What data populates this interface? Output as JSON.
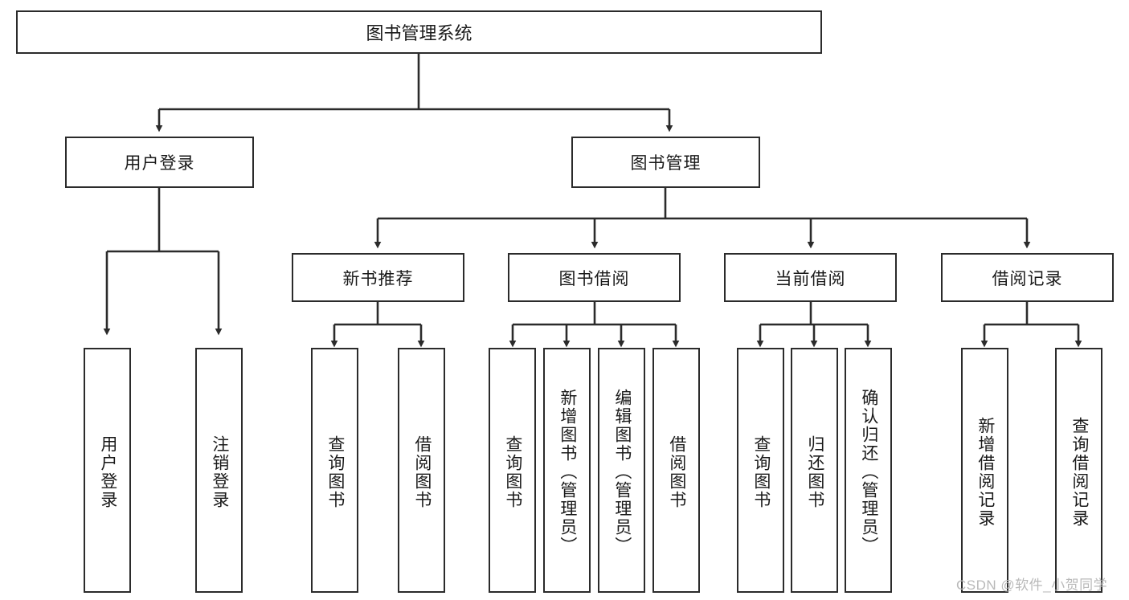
{
  "diagram": {
    "title": "图书管理系统",
    "type": "tree-hierarchy-diagram",
    "watermark": "CSDN @软件_小贺同学",
    "colors": {
      "box_border": "#2b2b2b",
      "box_fill": "#ffffff",
      "connector": "#2b2b2b",
      "text": "#1a1a1a",
      "watermark": "#b9b9b9"
    },
    "levels": [
      {
        "level": 1,
        "nodes": [
          "图书管理系统"
        ]
      },
      {
        "level": 2,
        "nodes": [
          "用户登录",
          "图书管理"
        ]
      },
      {
        "level": 3,
        "nodes": [
          "新书推荐",
          "图书借阅",
          "当前借阅",
          "借阅记录"
        ]
      },
      {
        "level": 4,
        "nodes": [
          "用户登录",
          "注销登录",
          "查询图书",
          "借阅图书",
          "查询图书",
          "新增图书（管理员）",
          "编辑图书（管理员）",
          "借阅图书",
          "查询图书",
          "归还图书",
          "确认归还（管理员）",
          "新增借阅记录",
          "查询借阅记录"
        ]
      }
    ],
    "root": {
      "label": "图书管理系统"
    },
    "branches": [
      {
        "label": "用户登录",
        "children": [
          {
            "label": "用户登录"
          },
          {
            "label": "注销登录"
          }
        ]
      },
      {
        "label": "图书管理",
        "children": [
          {
            "label": "新书推荐",
            "children": [
              {
                "label": "查询图书"
              },
              {
                "label": "借阅图书"
              }
            ]
          },
          {
            "label": "图书借阅",
            "children": [
              {
                "label": "查询图书"
              },
              {
                "label": "新增图书（管理员）"
              },
              {
                "label": "编辑图书（管理员）"
              },
              {
                "label": "借阅图书"
              }
            ]
          },
          {
            "label": "当前借阅",
            "children": [
              {
                "label": "查询图书"
              },
              {
                "label": "归还图书"
              },
              {
                "label": "确认归还（管理员）"
              }
            ]
          },
          {
            "label": "借阅记录",
            "children": [
              {
                "label": "新增借阅记录"
              },
              {
                "label": "查询借阅记录"
              }
            ]
          }
        ]
      }
    ]
  }
}
